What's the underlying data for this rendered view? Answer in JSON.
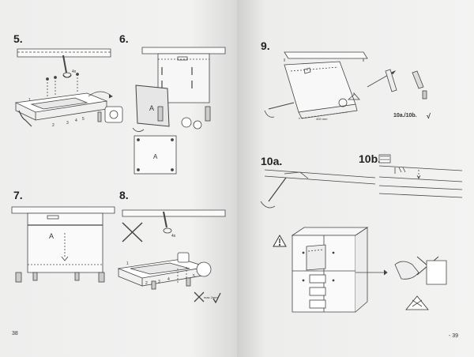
{
  "left_page": {
    "steps": [
      "5.",
      "6.",
      "7.",
      "8."
    ],
    "page_number": "38",
    "labels": {
      "panel_a": "A",
      "small_panel_a": "A",
      "front_a": "A",
      "count_4x_step5": "4x",
      "count_4x_step8": "4x",
      "nums_step5": [
        "1",
        "2",
        "3",
        "4",
        "5"
      ],
      "nums_step8": [
        "1",
        "2",
        "3",
        "4",
        "5"
      ],
      "caption_step8": "max 2mm"
    }
  },
  "right_page": {
    "steps": [
      "9.",
      "10a.",
      "10b."
    ],
    "page_number": "- 39",
    "labels": {
      "ref_10": "10a./10b.",
      "check": "√",
      "dimension": "400 mm"
    }
  }
}
